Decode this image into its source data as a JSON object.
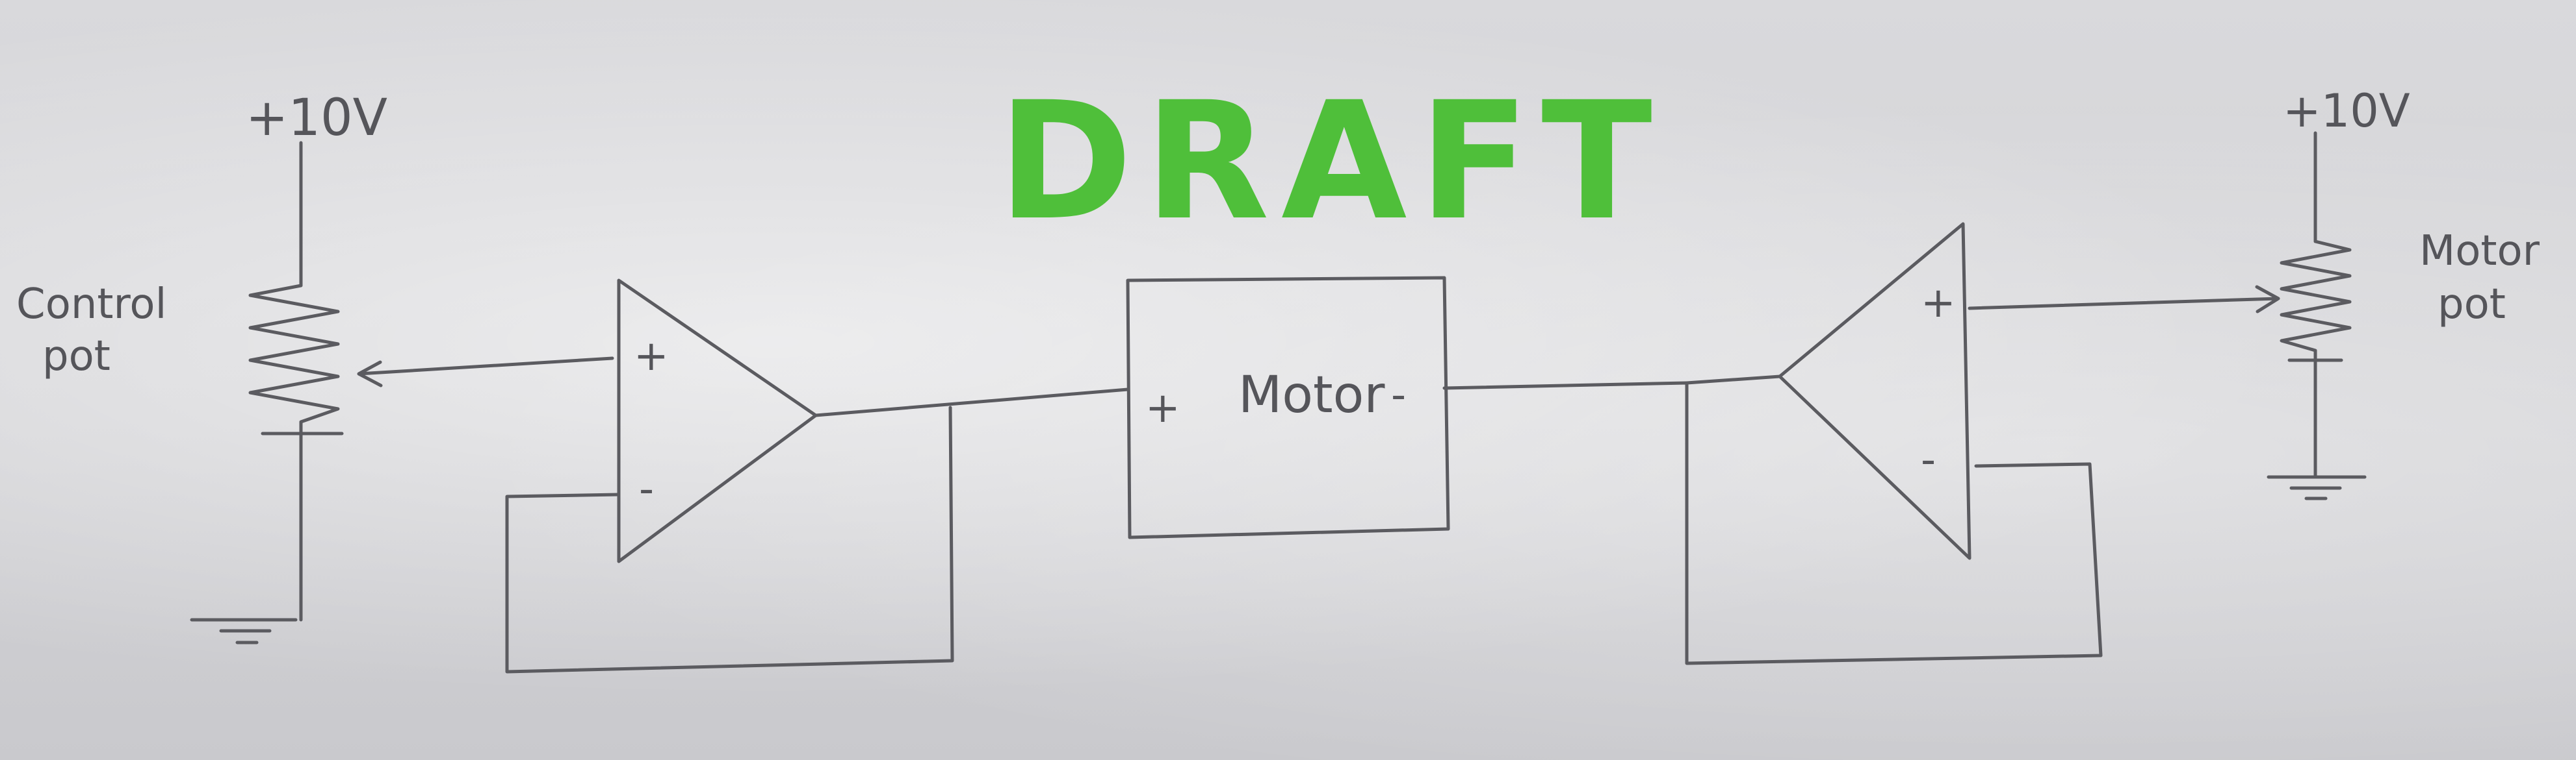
{
  "title": "DRAFT",
  "labels": {
    "supply_left": "+10V",
    "supply_right": "+10V",
    "control_pot": [
      "Control",
      "pot"
    ],
    "motor_pot": [
      "Motor",
      "pot"
    ],
    "motor": "Motor",
    "motor_plus": "+",
    "motor_minus": "-",
    "opamp_left_plus": "+",
    "opamp_left_minus": "-",
    "opamp_right_plus": "+",
    "opamp_right_minus": "-"
  },
  "colors": {
    "ink": "#5b5b60",
    "draft": "#4fbf3a"
  }
}
